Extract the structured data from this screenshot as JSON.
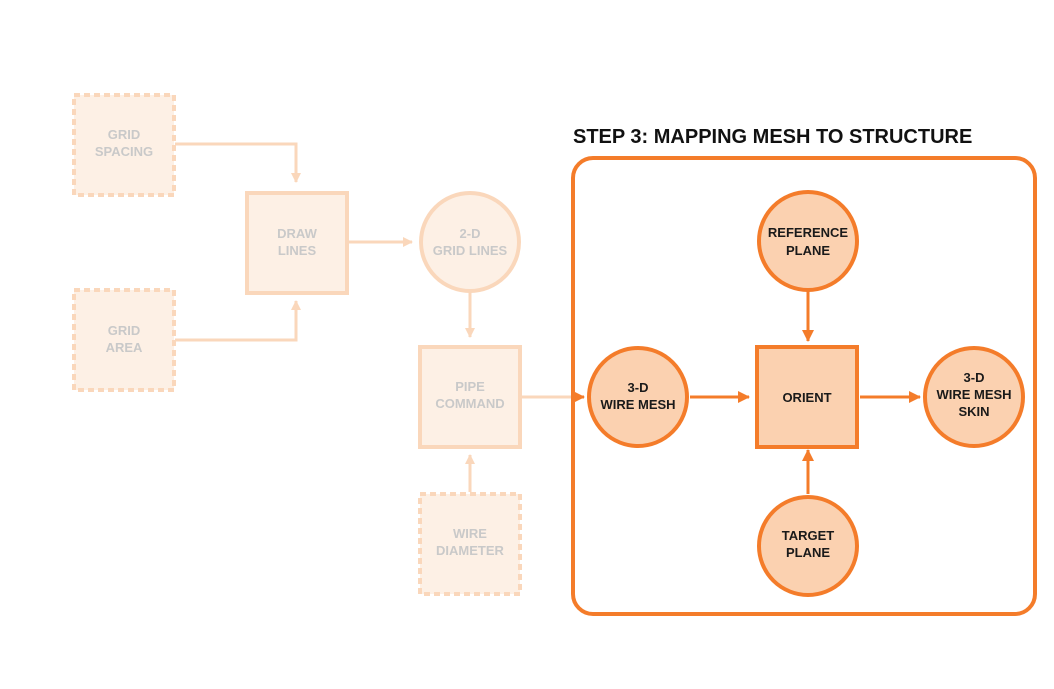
{
  "colors": {
    "accent": "#f47c2a",
    "accent_fill": "#fbd1b0",
    "faded_stroke": "#fad7bb",
    "faded_fill": "#fdf0e5",
    "faded_text": "#c9c9c9",
    "active_text": "#1a1a1a"
  },
  "step3_title": "STEP 3: MAPPING MESH TO STRUCTURE",
  "nodes": {
    "grid_spacing": [
      "GRID",
      "SPACING"
    ],
    "grid_area": [
      "GRID",
      "AREA"
    ],
    "draw_lines": [
      "DRAW",
      "LINES"
    ],
    "grid_lines_2d": [
      "2-D",
      "GRID LINES"
    ],
    "pipe_command": [
      "PIPE",
      "COMMAND"
    ],
    "wire_diameter": [
      "WIRE",
      "DIAMETER"
    ],
    "wire_mesh_3d": [
      "3-D",
      "WIRE MESH"
    ],
    "reference_plane": [
      "REFERENCE",
      "PLANE"
    ],
    "orient": [
      "ORIENT"
    ],
    "target_plane": [
      "TARGET",
      "PLANE"
    ],
    "wire_mesh_skin_3d": [
      "3-D",
      "WIRE MESH",
      "SKIN"
    ]
  }
}
